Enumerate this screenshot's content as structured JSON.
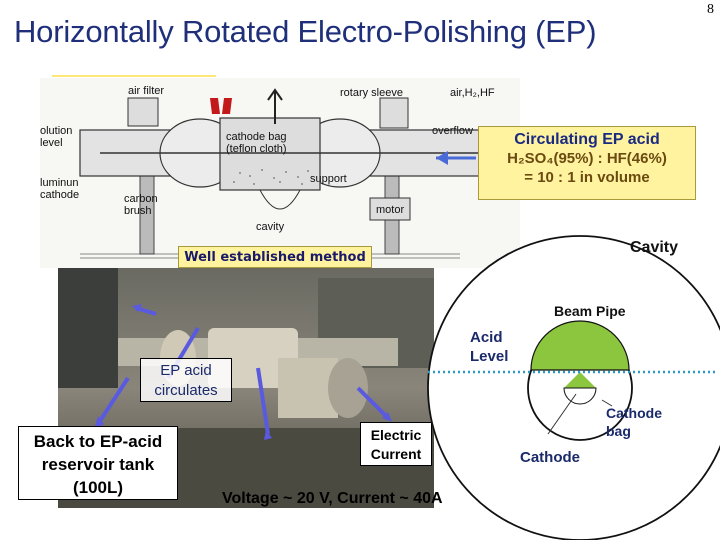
{
  "slide": {
    "page_number": "8",
    "title": "Horizontally Rotated Electro-Polishing (EP)"
  },
  "schematic": {
    "labels": {
      "air_filter": "air filter",
      "rotary_sleeve": "rotary sleeve",
      "gases": "air,H₂,HF",
      "solution_level": "olution\nlevel",
      "cathode_bag": "cathode bag\n(teflon cloth)",
      "overflow": "overflow",
      "aluminum_cathode": "luminun\ncathode",
      "support": "support",
      "carbon_brush": "carbon\nbrush",
      "motor": "motor",
      "cavity": "cavity"
    }
  },
  "acid_box": {
    "line1": "Circulating EP acid",
    "line2_formula": "H₂SO₄(95%) : HF(46%)",
    "line3": "= 10 : 1 in volume"
  },
  "well_established": "Well established method",
  "photo_callouts": {
    "ep_acid": "EP acid circulates",
    "back_to": "Back to EP-acid reservoir tank (100L)",
    "electric_current": "Electric Current",
    "voltage_current": "Voltage ~ 20 V, Current ~ 40A"
  },
  "cross_section": {
    "cavity": "Cavity",
    "beam_pipe": "Beam Pipe",
    "acid_level": "Acid\nLevel",
    "cathode": "Cathode",
    "cathode_bag": "Cathode\nbag"
  },
  "colors": {
    "title": "#1f2f7a",
    "label_box_fill": "#fff3a0",
    "arrow_blue": "#4a6ad8",
    "cathode_green": "#8cc63f",
    "acid_level_dotted": "#2a9ac8",
    "photo_arrow": "#5a5ae0"
  }
}
